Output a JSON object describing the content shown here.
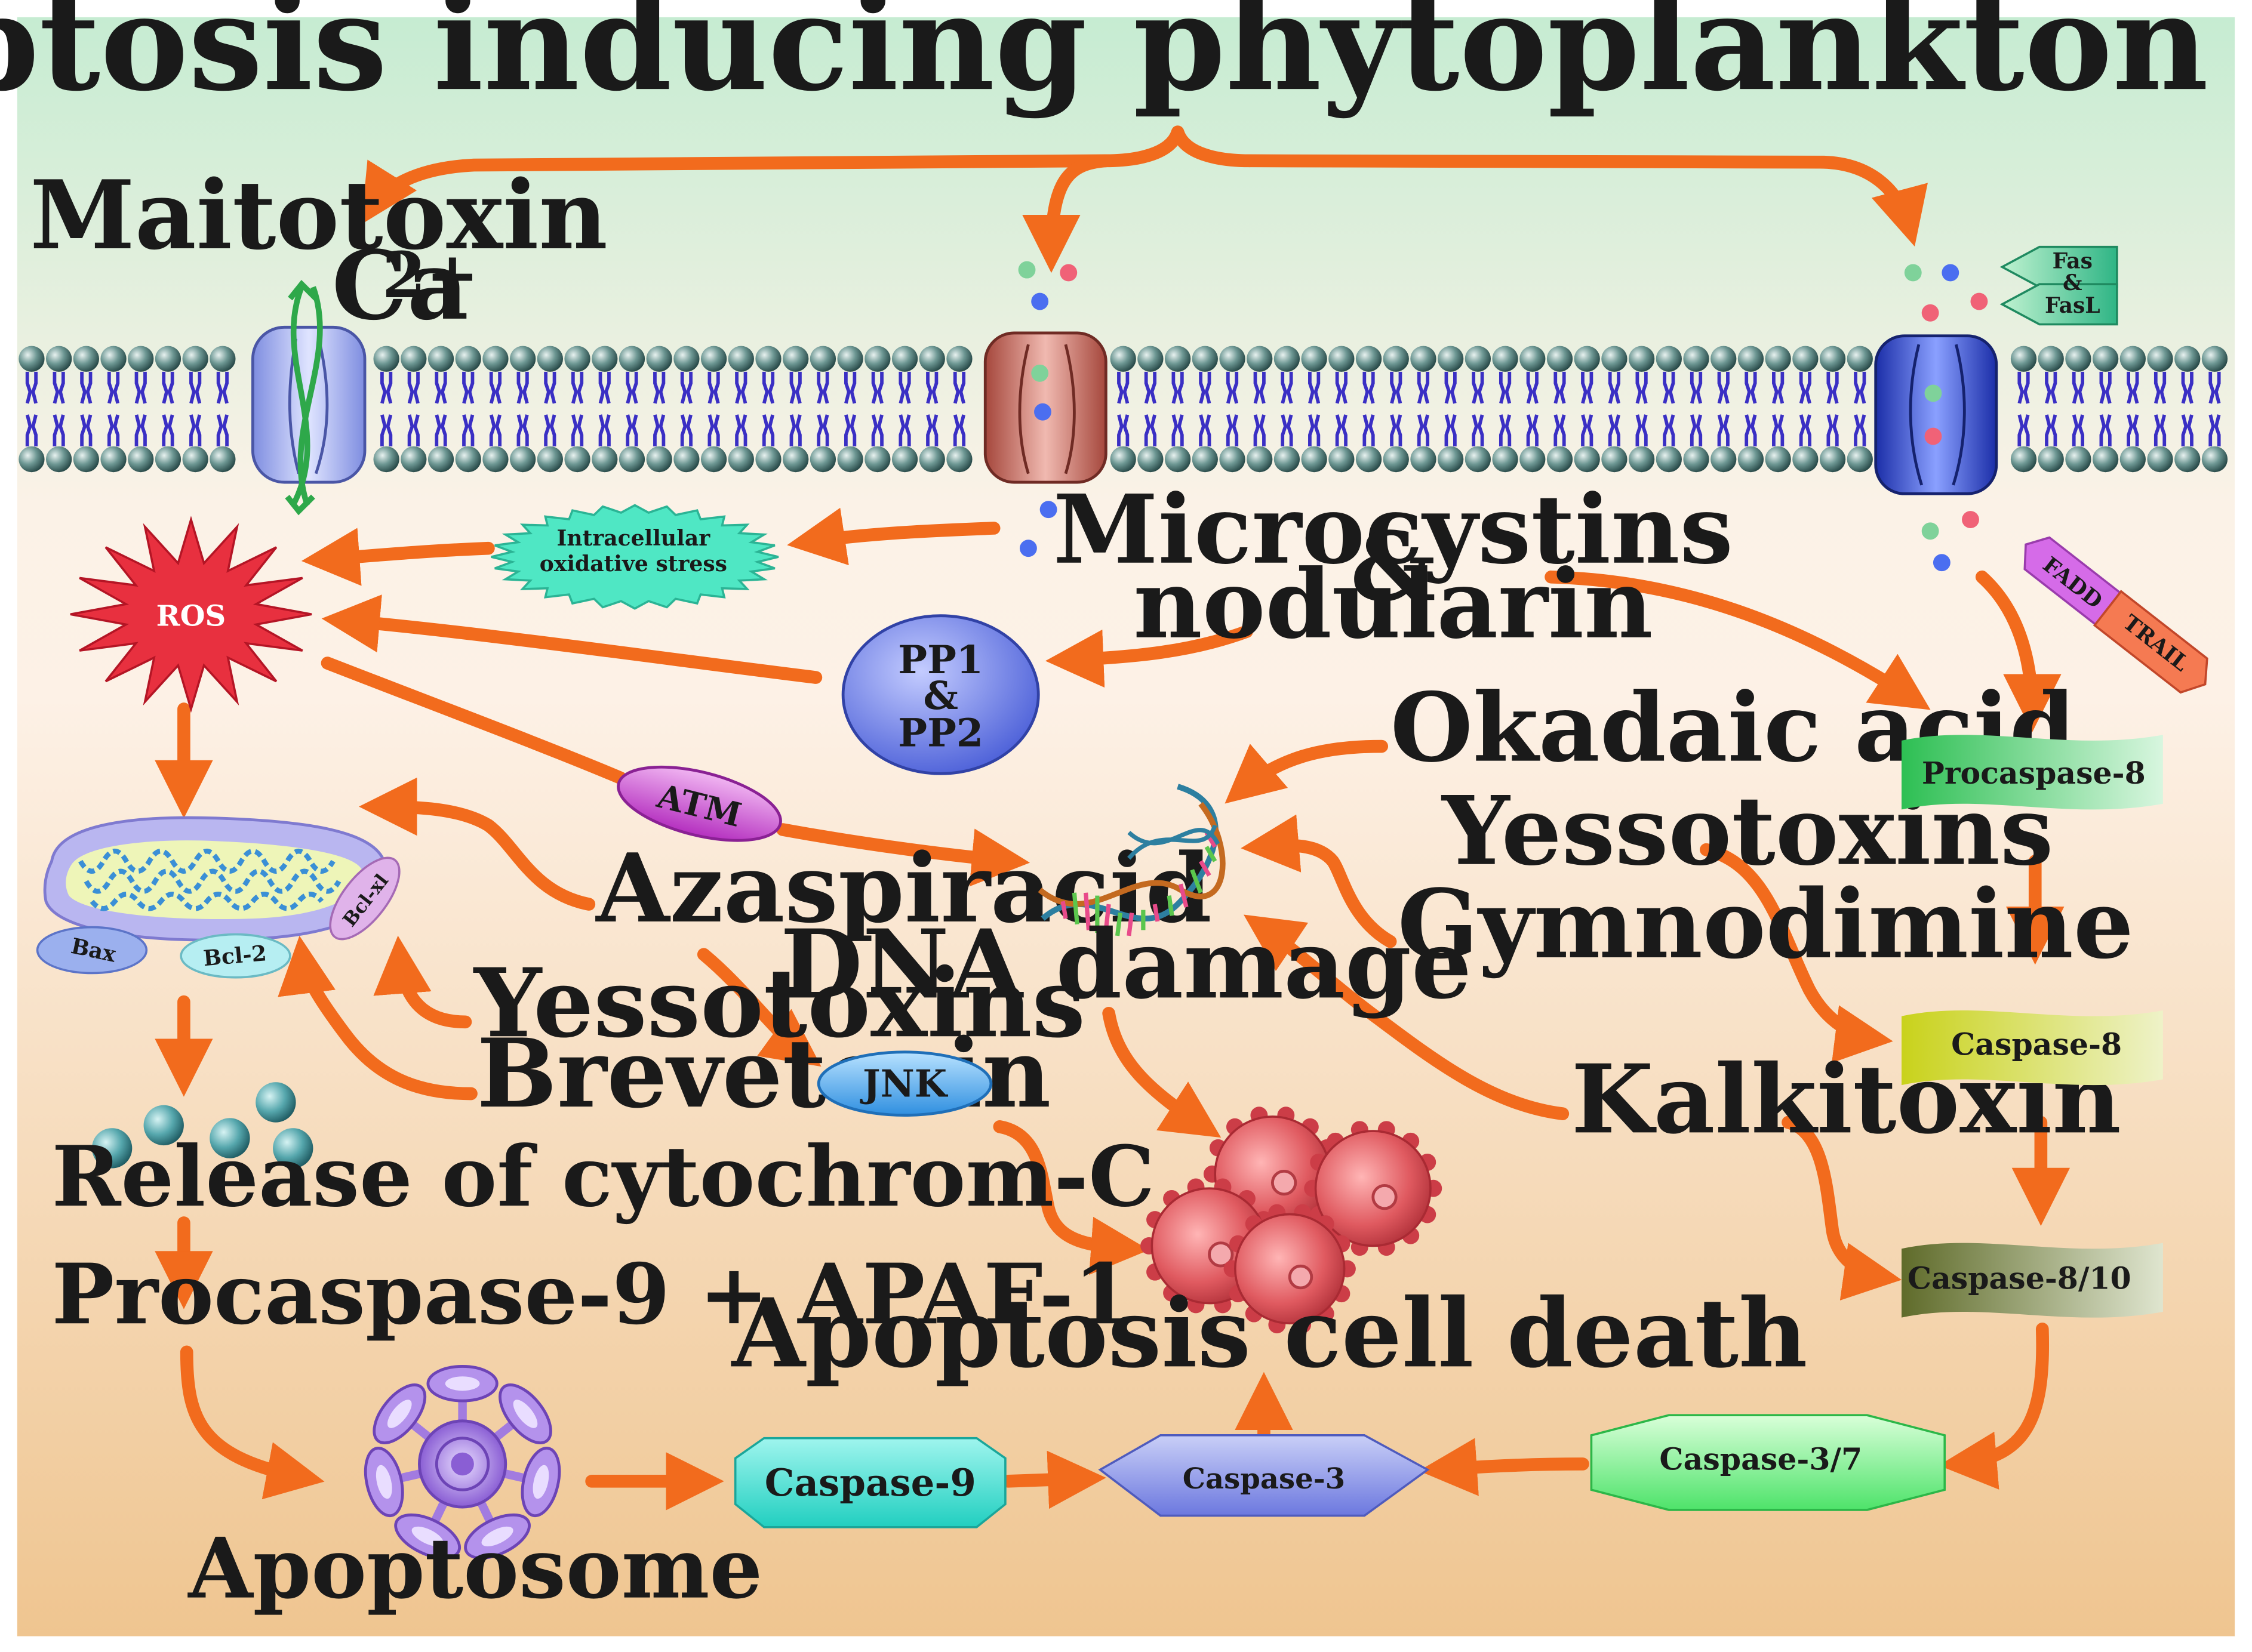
{
  "title": "Apoptosis inducing phytoplankton toxins",
  "toxins": {
    "maitotoxin": "Maitotoxin",
    "microcystins": "Microcystins",
    "microcystins_amp": "&",
    "nodularin": "nodularin",
    "okadaic_acid": "Okadaic acid",
    "yessotoxins_dna": "Yessotoxins",
    "gymnodimine": "Gymnodimine",
    "azaspiracid": "Azaspiracid",
    "yessotoxins_mito": "Yessotoxins",
    "brevetoxin": "Brevetoxin",
    "kalkitoxin": "Kalkitoxin"
  },
  "ions": {
    "ca": "Ca",
    "ca_charge": "2+"
  },
  "receptor": {
    "fas": "Fas",
    "amp": "&",
    "fasl": "FasL",
    "fadd": "FADD",
    "trail": "TRAIL"
  },
  "nodes": {
    "oxidative_stress_line1": "Intracellular",
    "oxidative_stress_line2": "oxidative stress",
    "ros": "ROS",
    "pp1": "PP1",
    "pp_amp": "&",
    "pp2": "PP2",
    "atm": "ATM",
    "jnk": "JNK",
    "dna_damage": "DNA damage",
    "bax": "Bax",
    "bcl2": "Bcl-2",
    "bclxl": "Bcl-xl",
    "cytochrome": "Release of cytochrom-C",
    "procaspase9": "Procaspase-9 + APAF-1",
    "apoptosome": "Apoptosome",
    "caspase9": "Caspase-9",
    "caspase3": "Caspase-3",
    "caspase37": "Caspase-3/7",
    "procaspase8": "Procaspase-8",
    "caspase8": "Caspase-8",
    "caspase810": "Caspase-8/10",
    "apoptosis": "Apoptosis cell death"
  },
  "colors": {
    "arrow": "#f26b1d",
    "bg_top": "#c6ecd2",
    "bg_bottom": "#efc590",
    "membrane_head": "#3e6e6b",
    "membrane_tail": "#3a2fc4",
    "ros": "#e0283a",
    "pp": "#5a6ee8",
    "atm": "#c03ac8",
    "jnk": "#3b9ee8",
    "caspase9": "#34e0d0",
    "caspase3": "#7f89e6",
    "caspase37": "#6cf07a",
    "procaspase8": "#2dbf53",
    "caspase8": "#c9d21b",
    "caspase810": "#5f6b2a",
    "apoptotic_cell": "#d94a52"
  },
  "icons": [
    "ca-channel-icon",
    "ion-channel-icon",
    "fas-receptor-icon",
    "mitochondrion-icon",
    "dna-helix-icon",
    "cytochrome-c-icon",
    "apoptosome-icon",
    "apoptotic-cells-icon"
  ]
}
